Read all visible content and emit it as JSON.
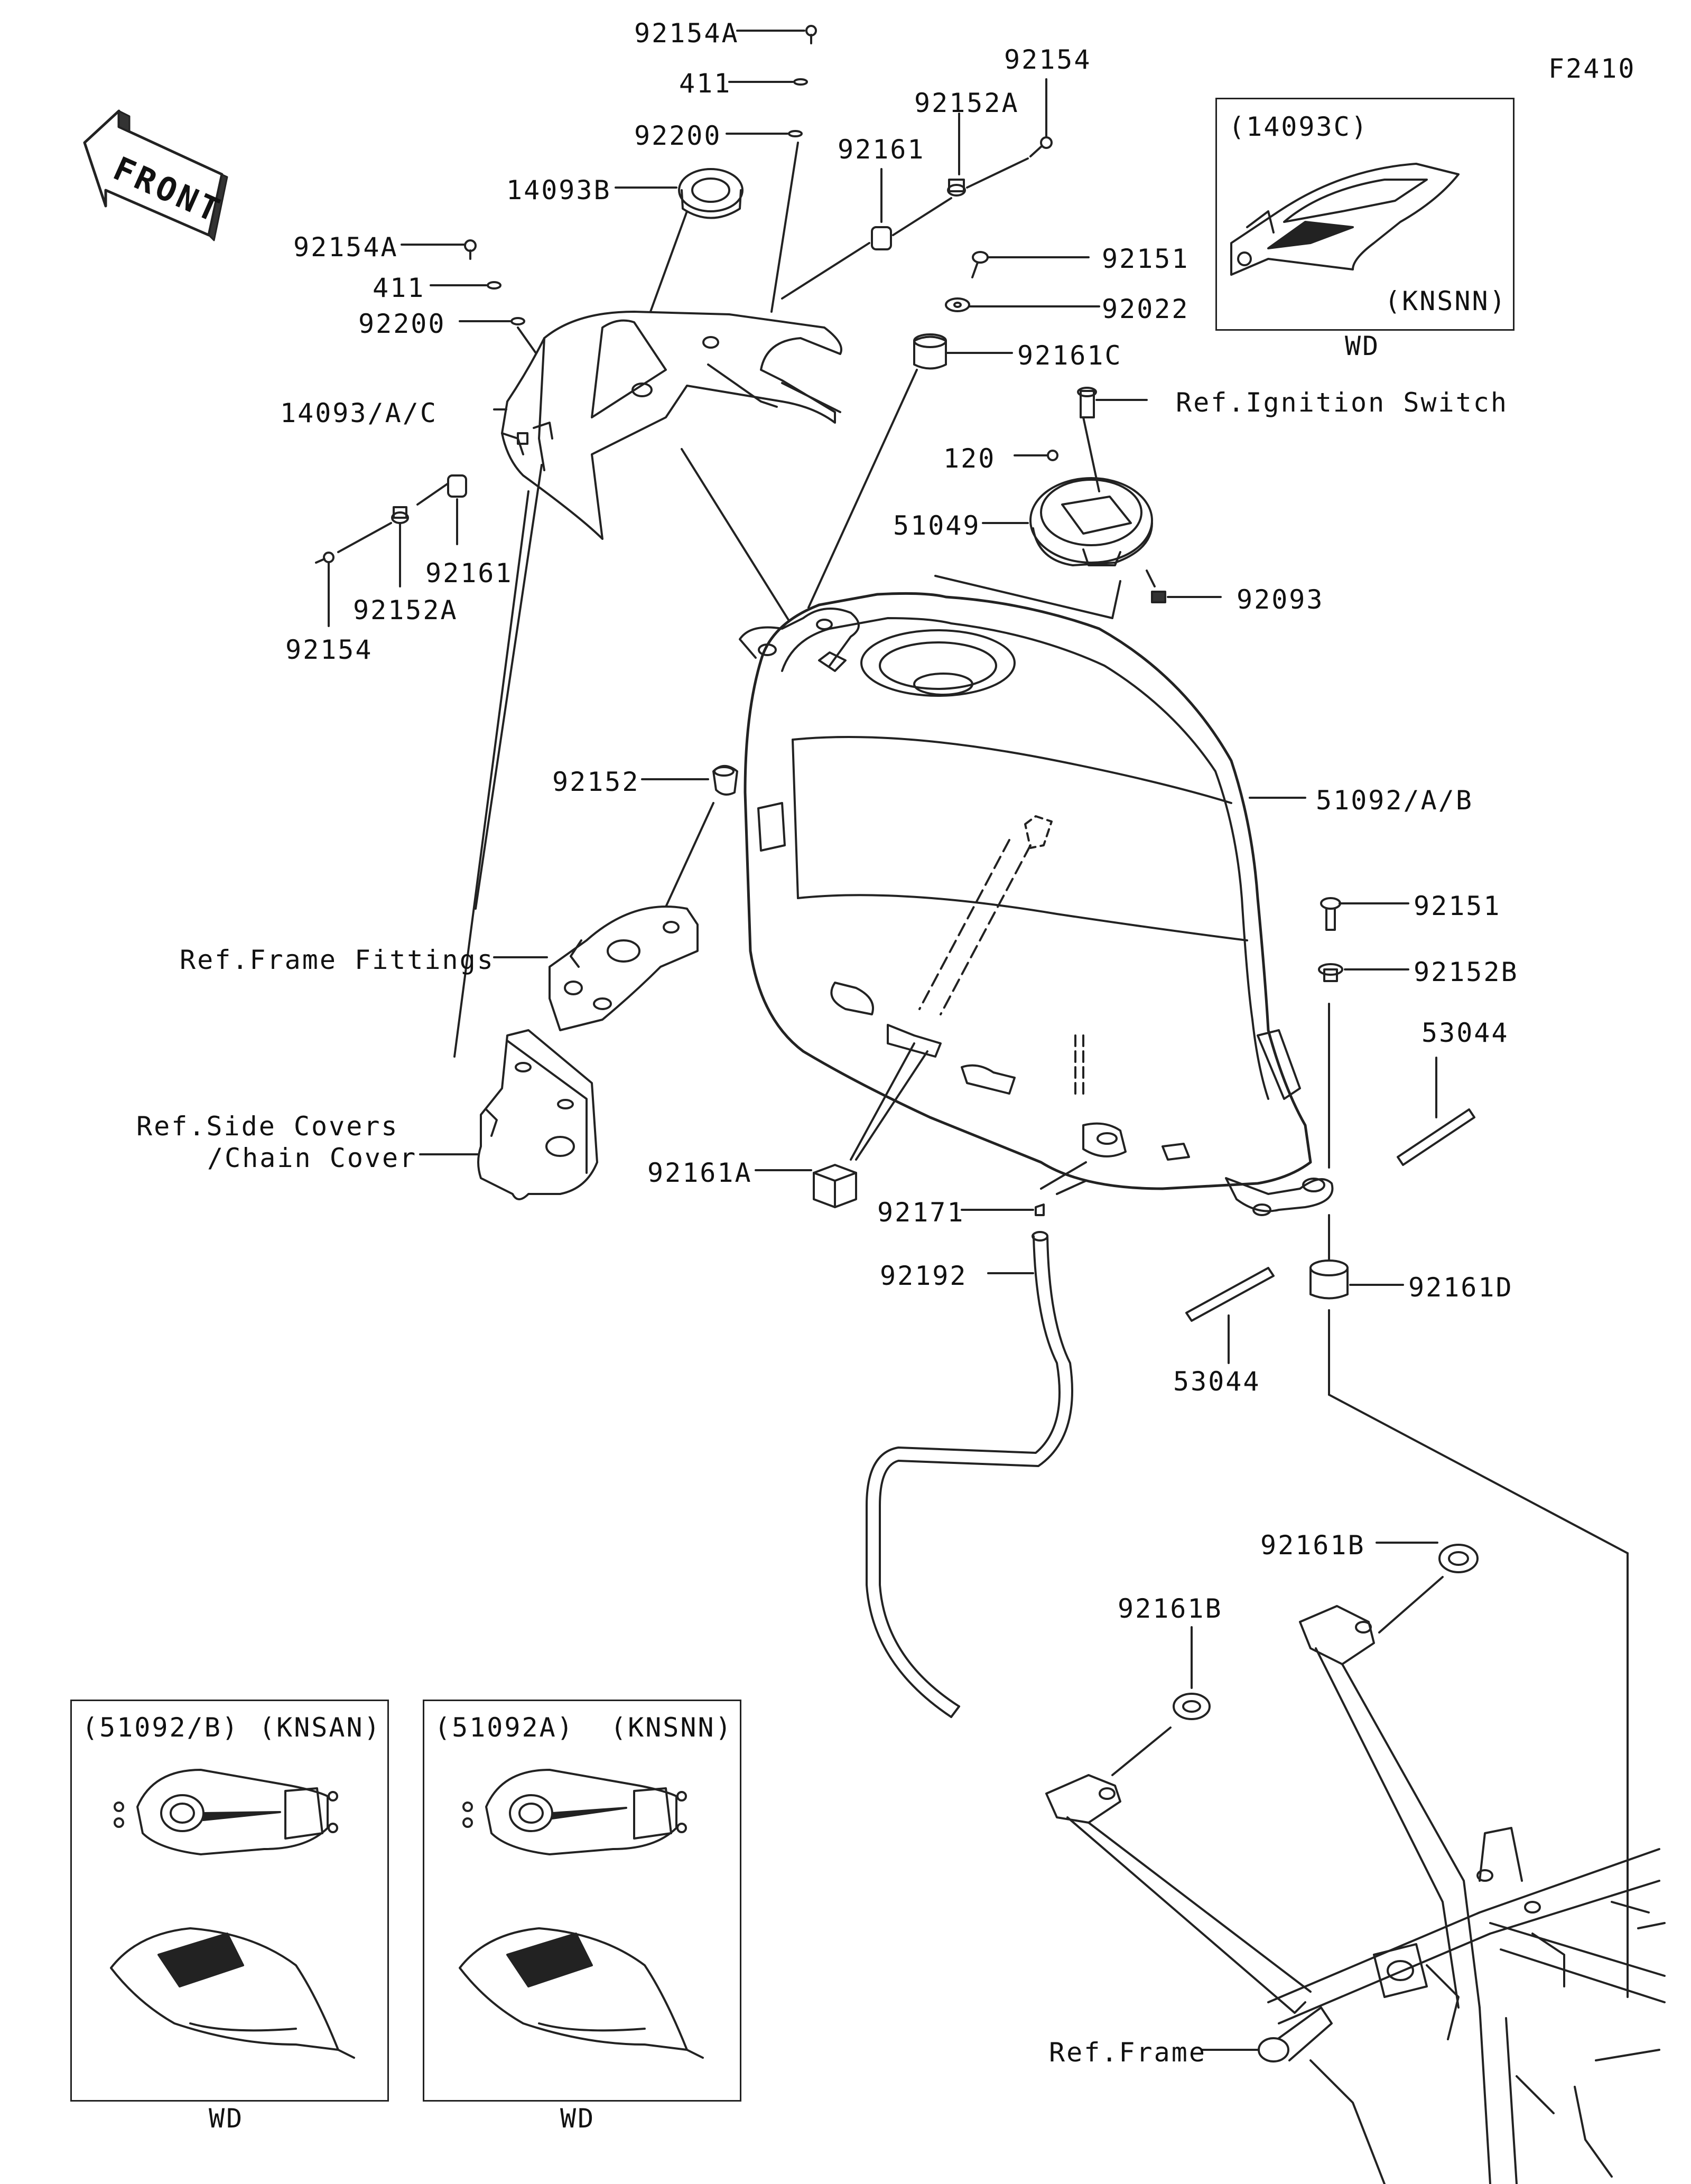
{
  "figure_code": "F2410",
  "front_label": "FRONT",
  "parts": {
    "p92154A_top": "92154A",
    "p411_top": "411",
    "p92200_top": "92200",
    "p14093B": "14093B",
    "p92154A_left": "92154A",
    "p411_left": "411",
    "p92200_left": "92200",
    "p14093AC": "14093/A/C",
    "p92161_left": "92161",
    "p92152A_left": "92152A",
    "p92154_left": "92154",
    "p92154_top": "92154",
    "p92152A_top": "92152A",
    "p92161_top": "92161",
    "p92151_top": "92151",
    "p92022": "92022",
    "p92161C": "92161C",
    "p120": "120",
    "p51049": "51049",
    "p92093": "92093",
    "p51092AB": "51092/A/B",
    "p92152": "92152",
    "p92151_right": "92151",
    "p92152B": "92152B",
    "p53044_right": "53044",
    "p92161A": "92161A",
    "p92171": "92171",
    "p92192": "92192",
    "p92161D": "92161D",
    "p53044_mid": "53044",
    "p92161B_right": "92161B",
    "p92161B_left": "92161B"
  },
  "refs": {
    "ignition": "Ref.Ignition Switch",
    "frame_fittings": "Ref.Frame Fittings",
    "side_covers_1": "Ref.Side Covers",
    "side_covers_2": "/Chain Cover",
    "frame": "Ref.Frame"
  },
  "inset_top_right": {
    "title": "(14093C)",
    "code": "(KNSNN)",
    "caption": "WD"
  },
  "inset_bottom_left": {
    "title": "(51092/B)",
    "code": "(KNSAN)",
    "caption": "WD"
  },
  "inset_bottom_mid": {
    "title": "(51092A)",
    "code": "(KNSNN)",
    "caption": "WD"
  }
}
